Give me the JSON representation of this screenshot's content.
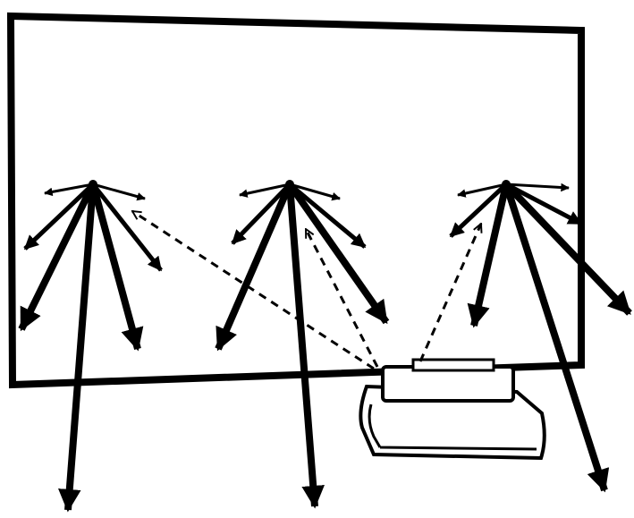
{
  "diagram": {
    "colors": {
      "ink": "#000000",
      "background": "#ffffff"
    },
    "reflection_points": [
      {
        "name": "left"
      },
      {
        "name": "center"
      },
      {
        "name": "right"
      }
    ]
  }
}
